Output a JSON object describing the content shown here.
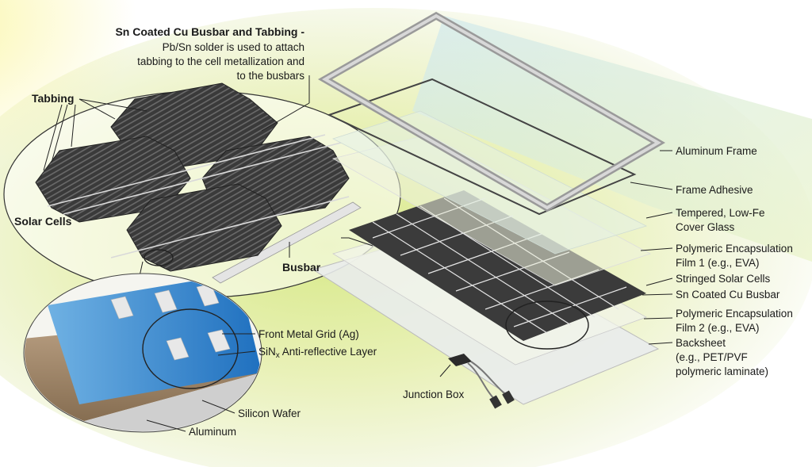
{
  "callout_tabbing": {
    "title": "Sn Coated Cu Busbar and Tabbing -",
    "lines": [
      "Pb/Sn solder is used to attach",
      "tabbing to the cell metallization and",
      "to the busbars"
    ]
  },
  "left_labels": {
    "tabbing": "Tabbing",
    "solar_cells": "Solar Cells",
    "busbar": "Busbar"
  },
  "detail_labels": {
    "front_metal_grid": "Front Metal Grid (Ag)",
    "sinx_main": "SiN",
    "sinx_sub": "x",
    "sinx_rest": " Anti-reflective Layer",
    "silicon_wafer": "Silicon Wafer",
    "aluminum": "Aluminum"
  },
  "layer_labels": {
    "aluminum_frame": "Aluminum Frame",
    "frame_adhesive": "Frame Adhesive",
    "cover_glass_1": "Tempered, Low-Fe",
    "cover_glass_2": "Cover Glass",
    "encap1_1": "Polymeric Encapsulation",
    "encap1_2": "Film 1 (e.g., EVA)",
    "stringed_cells": "Stringed Solar Cells",
    "sn_busbar": "Sn Coated Cu Busbar",
    "encap2_1": "Polymeric Encapsulation",
    "encap2_2": "Film 2 (e.g., EVA)",
    "backsheet_1": "Backsheet",
    "backsheet_2": "(e.g., PET/PVF",
    "backsheet_3": " polymeric laminate)",
    "junction_box": "Junction Box"
  }
}
